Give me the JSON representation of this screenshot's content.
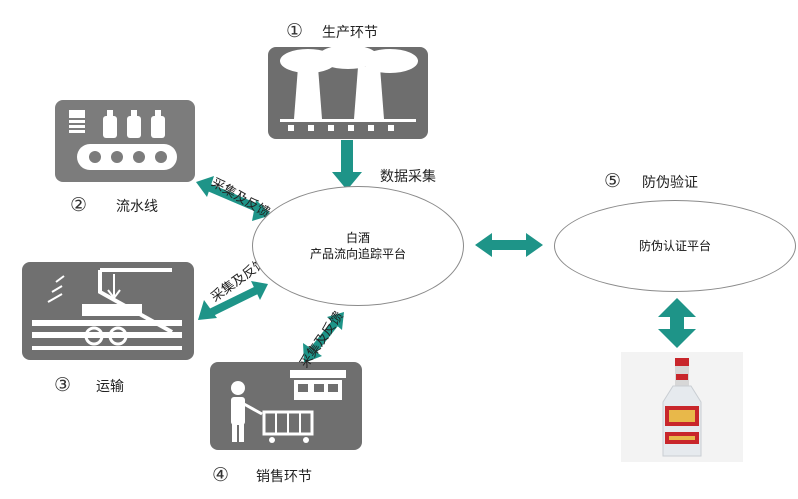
{
  "stages": {
    "production": {
      "num": "①",
      "label": "生产环节"
    },
    "assembly": {
      "num": "②",
      "label": "流水线"
    },
    "transport": {
      "num": "③",
      "label": "运输"
    },
    "sales": {
      "num": "④",
      "label": "销售环节"
    },
    "antifake": {
      "num": "⑤",
      "label": "防伪验证"
    }
  },
  "center": {
    "line1": "白酒",
    "line2": "产品流向追踪平台"
  },
  "verify_platform": {
    "label": "防伪认证平台"
  },
  "arrows": {
    "data_collect": "数据采集",
    "feedback_assembly": "采集及反馈",
    "feedback_transport": "采集及反馈",
    "feedback_sales": "采集及反馈"
  },
  "colors": {
    "arrow": "#1e9488",
    "icon_bg": "#757575",
    "icon_fg": "#ffffff"
  }
}
